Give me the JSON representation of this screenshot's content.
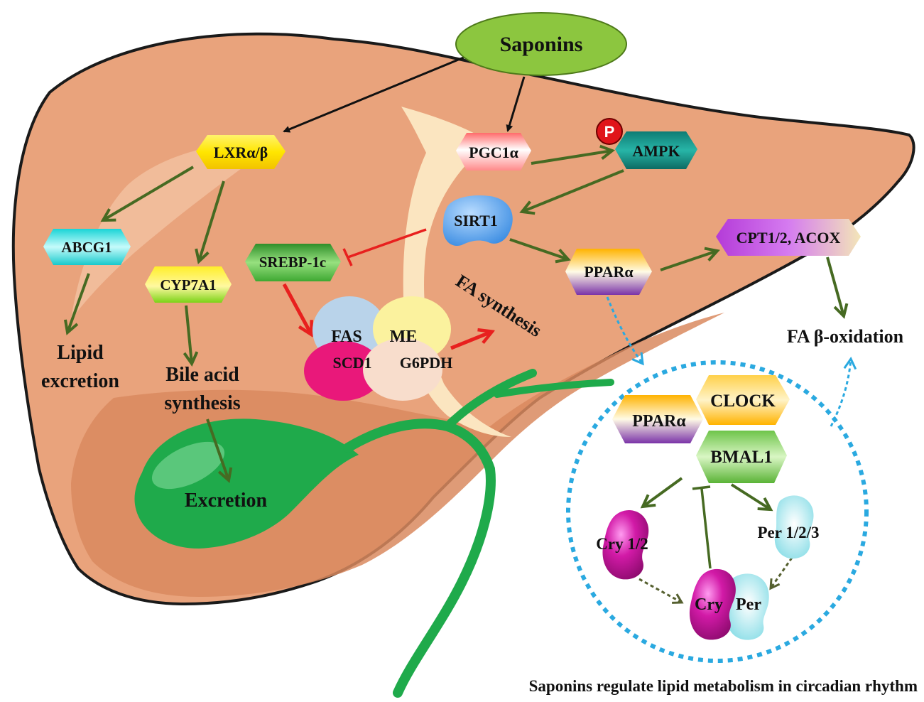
{
  "colors": {
    "liver": "#e9a37c",
    "liver_dark": "#d98a5f",
    "liver_outline": "#1a1a1a",
    "gallbladder": "#1faa4b",
    "duct": "#1faa4b",
    "arrow_black": "#111111",
    "arrow_green": "#466a22",
    "arrow_red": "#e8201e",
    "arrow_blue": "#2aa9e0",
    "saponins_fill": "#8cc63f"
  },
  "labels": {
    "saponins": "Saponins",
    "lxr": "LXRα/β",
    "pgc1a": "PGC1α",
    "ampk": "AMPK",
    "p": "P",
    "sirt1": "SIRT1",
    "abcg1": "ABCG1",
    "cyp7a1": "CYP7A1",
    "srebp1c": "SREBP-1c",
    "ppara_top": "PPARα",
    "cpt": "CPT1/2, ACOX",
    "fas": "FAS",
    "me": "ME",
    "scd1": "SCD1",
    "g6pdh": "G6PDH",
    "fa_synthesis": "FA synthesis",
    "fa_beta": "FA β-oxidation",
    "lipid_excretion_1": "Lipid",
    "lipid_excretion_2": "excretion",
    "bile_1": "Bile acid",
    "bile_2": "synthesis",
    "excretion": "Excretion",
    "ppara_circle": "PPARα",
    "clock": "CLOCK",
    "bmal1": "BMAL1",
    "cry12": "Cry 1/2",
    "per123": "Per 1/2/3",
    "cry": "Cry",
    "per": "Per",
    "caption": "Saponins regulate lipid metabolism in circadian rhythm"
  }
}
